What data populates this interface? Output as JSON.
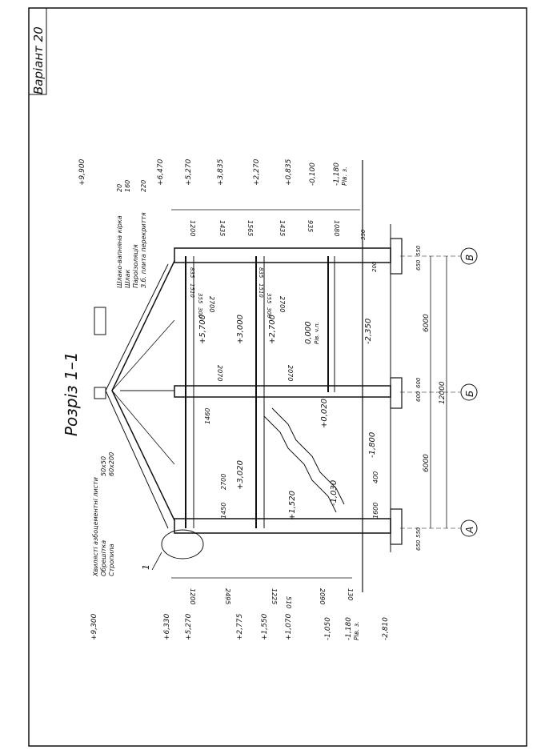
{
  "title": "Розріз 1–1",
  "variant": "Варіант 20",
  "callout": "1",
  "layers_roof": [
    "Хвилясті азбоцементні листи",
    "Обрешітка",
    "Стропила"
  ],
  "layers_roof_sizes": [
    "50x50",
    "60x200"
  ],
  "layers_floor": [
    "Шлако-вапняна кірка",
    "Шлак",
    "Пароізоляція",
    "З.б. плита перекриття"
  ],
  "layers_floor_sizes": [
    "20",
    "160",
    "",
    "220"
  ],
  "levels_top": [
    "+9,900",
    "+6,470",
    "+5,270",
    "+3,835",
    "+2,270",
    "+0,835",
    "-0,100",
    "-1,180"
  ],
  "levels_top_sub": "Рів. з.",
  "dims_top": [
    "1200",
    "1435",
    "1565",
    "1435",
    "935",
    "1080"
  ],
  "levels_bottom": [
    "+9,300",
    "+6,330",
    "+5,270",
    "+2,775",
    "+1,550",
    "+1,070",
    "-1,050",
    "-1,180",
    "-2,810"
  ],
  "levels_bottom_sub": "Рів. з.",
  "dims_bottom": [
    "1200",
    "2495",
    "1225",
    "510",
    "2090",
    "130"
  ],
  "inner_levels": [
    "+5,700",
    "+3,000",
    "+2,700",
    "0,000",
    "-2,350",
    "+3,020",
    "+1,520",
    "+0,020",
    "-1,030",
    "-1,800"
  ],
  "inner_level_sub": "Рів. ч.п.",
  "inner_dims": [
    "1460",
    "2700",
    "1450",
    "1600",
    "400",
    "2070",
    "2070",
    "2700",
    "2700",
    "1510",
    "835",
    "355",
    "300",
    "1510",
    "835",
    "355",
    "300",
    "350",
    "200"
  ],
  "axes": [
    "А",
    "Б",
    "В"
  ],
  "axis_dims": [
    "6000",
    "6000",
    "12000"
  ],
  "axis_footing": [
    "650",
    "550",
    "600",
    "600",
    "550",
    "650"
  ]
}
